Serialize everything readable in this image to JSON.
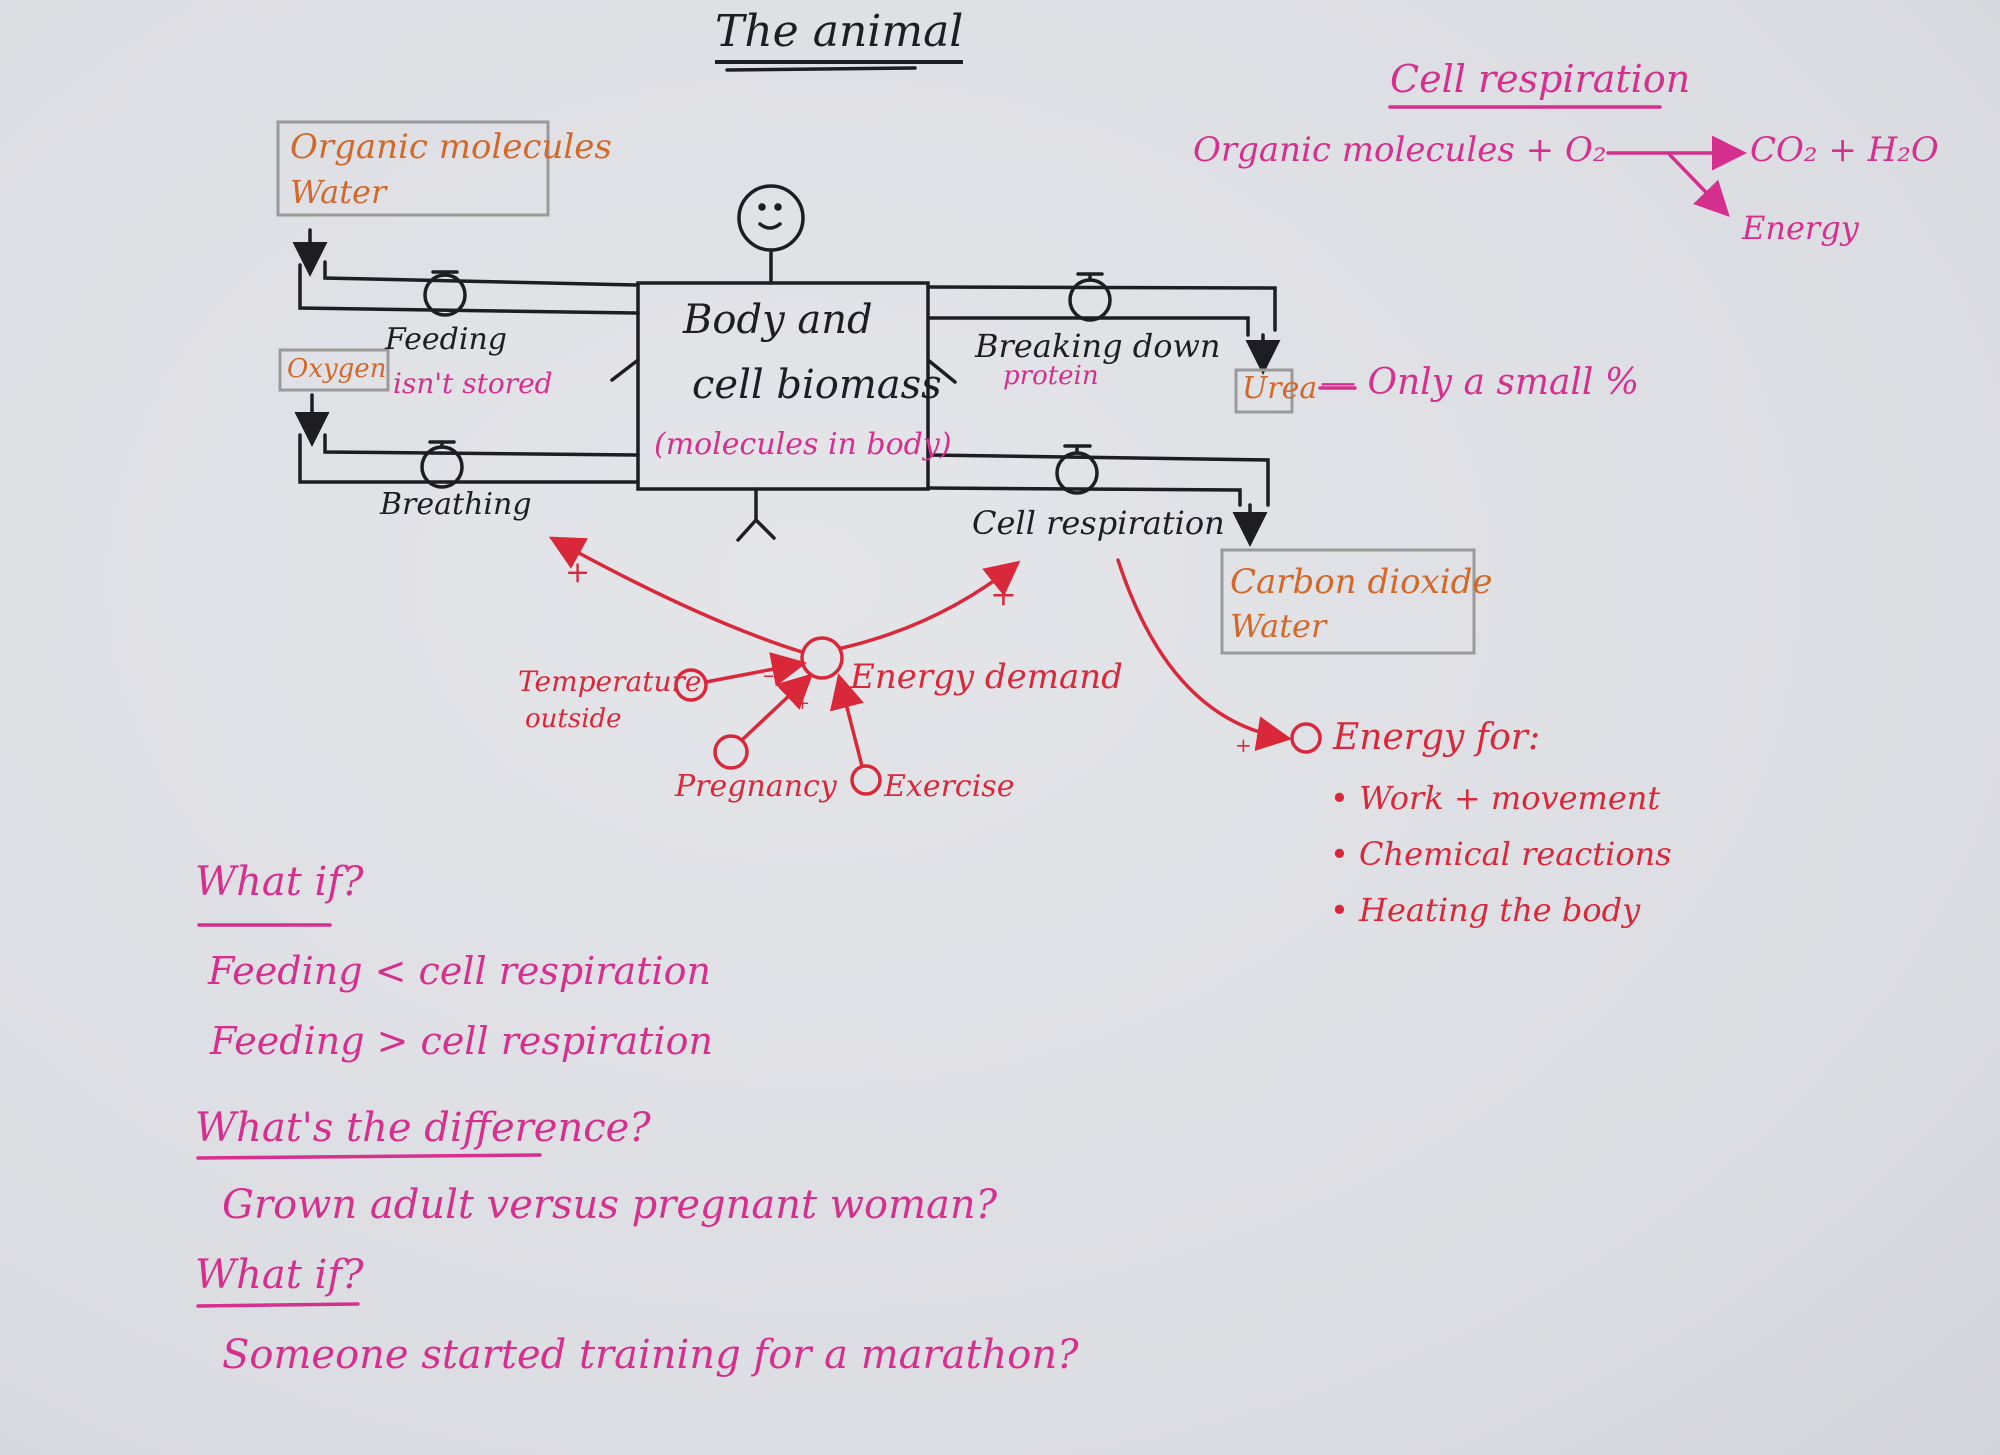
{
  "colors": {
    "ink_black": "#1e1e22",
    "ink_pink": "#d6308f",
    "ink_red": "#d8283a",
    "ink_orange": "#d2692a",
    "box_gray": "#9a9a9a",
    "board": "#dfe0e4"
  },
  "title": "The animal",
  "equation": {
    "heading": "Cell respiration",
    "reactants": "Organic molecules + O₂",
    "products": "CO₂ + H₂O",
    "energy": "Energy"
  },
  "stocks": {
    "body": {
      "line1": "Body and",
      "line2": "cell biomass",
      "note": "(molecules in body)"
    },
    "inputs_food": [
      "Organic molecules",
      "Water"
    ],
    "input_oxygen": "Oxygen",
    "output_urea": "Urea",
    "output_co2": [
      "Carbon dioxide",
      "Water"
    ]
  },
  "flows": {
    "feeding": "Feeding",
    "oxygen_note": "isn't stored",
    "breathing": "Breathing",
    "breaking_down": "Breaking down",
    "breaking_down_note": "protein",
    "cell_respiration": "Cell respiration",
    "urea_note": "— Only a small %"
  },
  "causal": {
    "energy_demand": "Energy demand",
    "temperature": [
      "Temperature",
      "outside"
    ],
    "pregnancy": "Pregnancy",
    "exercise": "Exercise",
    "plus": "+",
    "minus": "–",
    "energy_for": "Energy for:",
    "energy_uses": [
      "• Work + movement",
      "• Chemical reactions",
      "• Heating the body"
    ]
  },
  "questions": {
    "what_if_1": "What if?",
    "feeding_less": "Feeding < cell respiration",
    "feeding_more": "Feeding > cell respiration",
    "difference": "What's the difference?",
    "adult_vs_pregnant": "Grown adult versus pregnant woman?",
    "what_if_2": "What if?",
    "marathon": "Someone started training for a marathon?"
  }
}
